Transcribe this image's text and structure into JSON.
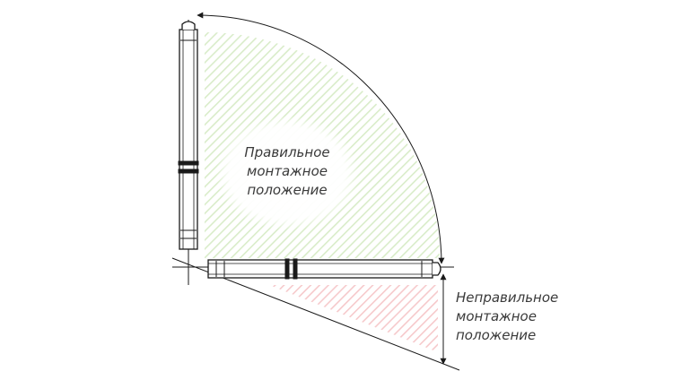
{
  "correct_position": {
    "line1": "Правильное",
    "line2": "монтажное",
    "line3": "положение",
    "color": "#d9ecc9"
  },
  "incorrect_position": {
    "line1": "Неправильное",
    "line2": "монтажное",
    "line3": "положение",
    "color": "#f6c9cb"
  },
  "line_color": "#1a1a1a"
}
